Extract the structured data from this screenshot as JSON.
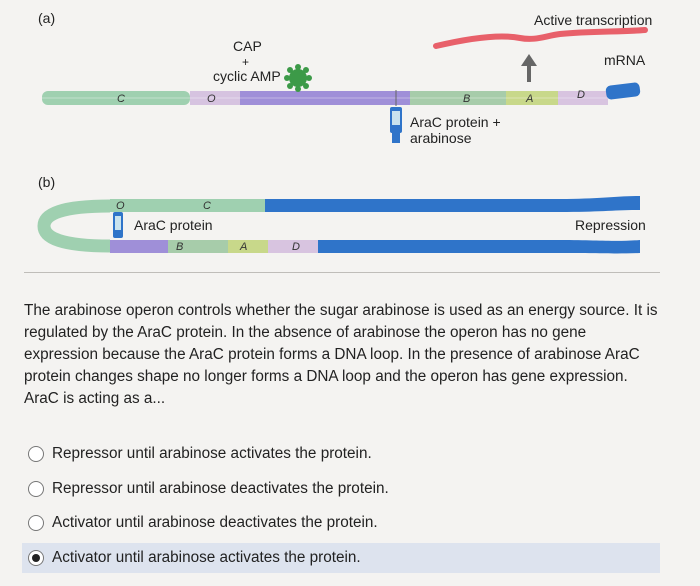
{
  "figure": {
    "panel_a": {
      "label": "(a)",
      "cap_line1": "CAP",
      "cap_line2": "+",
      "cap_line3": "cyclic AMP",
      "active_transcription": "Active transcription",
      "mrna": "mRNA",
      "arac_line1": "AraC protein +",
      "arac_line2": "arabinose",
      "segments": {
        "c": "C",
        "o": "O",
        "b": "B",
        "a": "A",
        "d": "D"
      }
    },
    "panel_b": {
      "label": "(b)",
      "arac_protein": "AraC protein",
      "repression": "Repression",
      "segments": {
        "o": "O",
        "c": "C",
        "b": "B",
        "a": "A",
        "d": "D"
      }
    }
  },
  "question": {
    "text": "The arabinose operon controls whether the sugar arabinose is used as an energy source. It is regulated by the AraC protein. In the absence of arabinose the operon has no gene expression because the AraC protein forms a DNA loop. In the presence of arabinose AraC protein changes shape no longer forms a DNA loop and the operon has gene expression. AraC is acting as a...",
    "options": [
      {
        "label": "Repressor until arabinose activates the protein.",
        "selected": false
      },
      {
        "label": "Repressor until arabinose deactivates the protein.",
        "selected": false
      },
      {
        "label": "Activator until arabinose deactivates the protein.",
        "selected": false
      },
      {
        "label": "Activator until arabinose activates the protein.",
        "selected": true
      }
    ]
  }
}
